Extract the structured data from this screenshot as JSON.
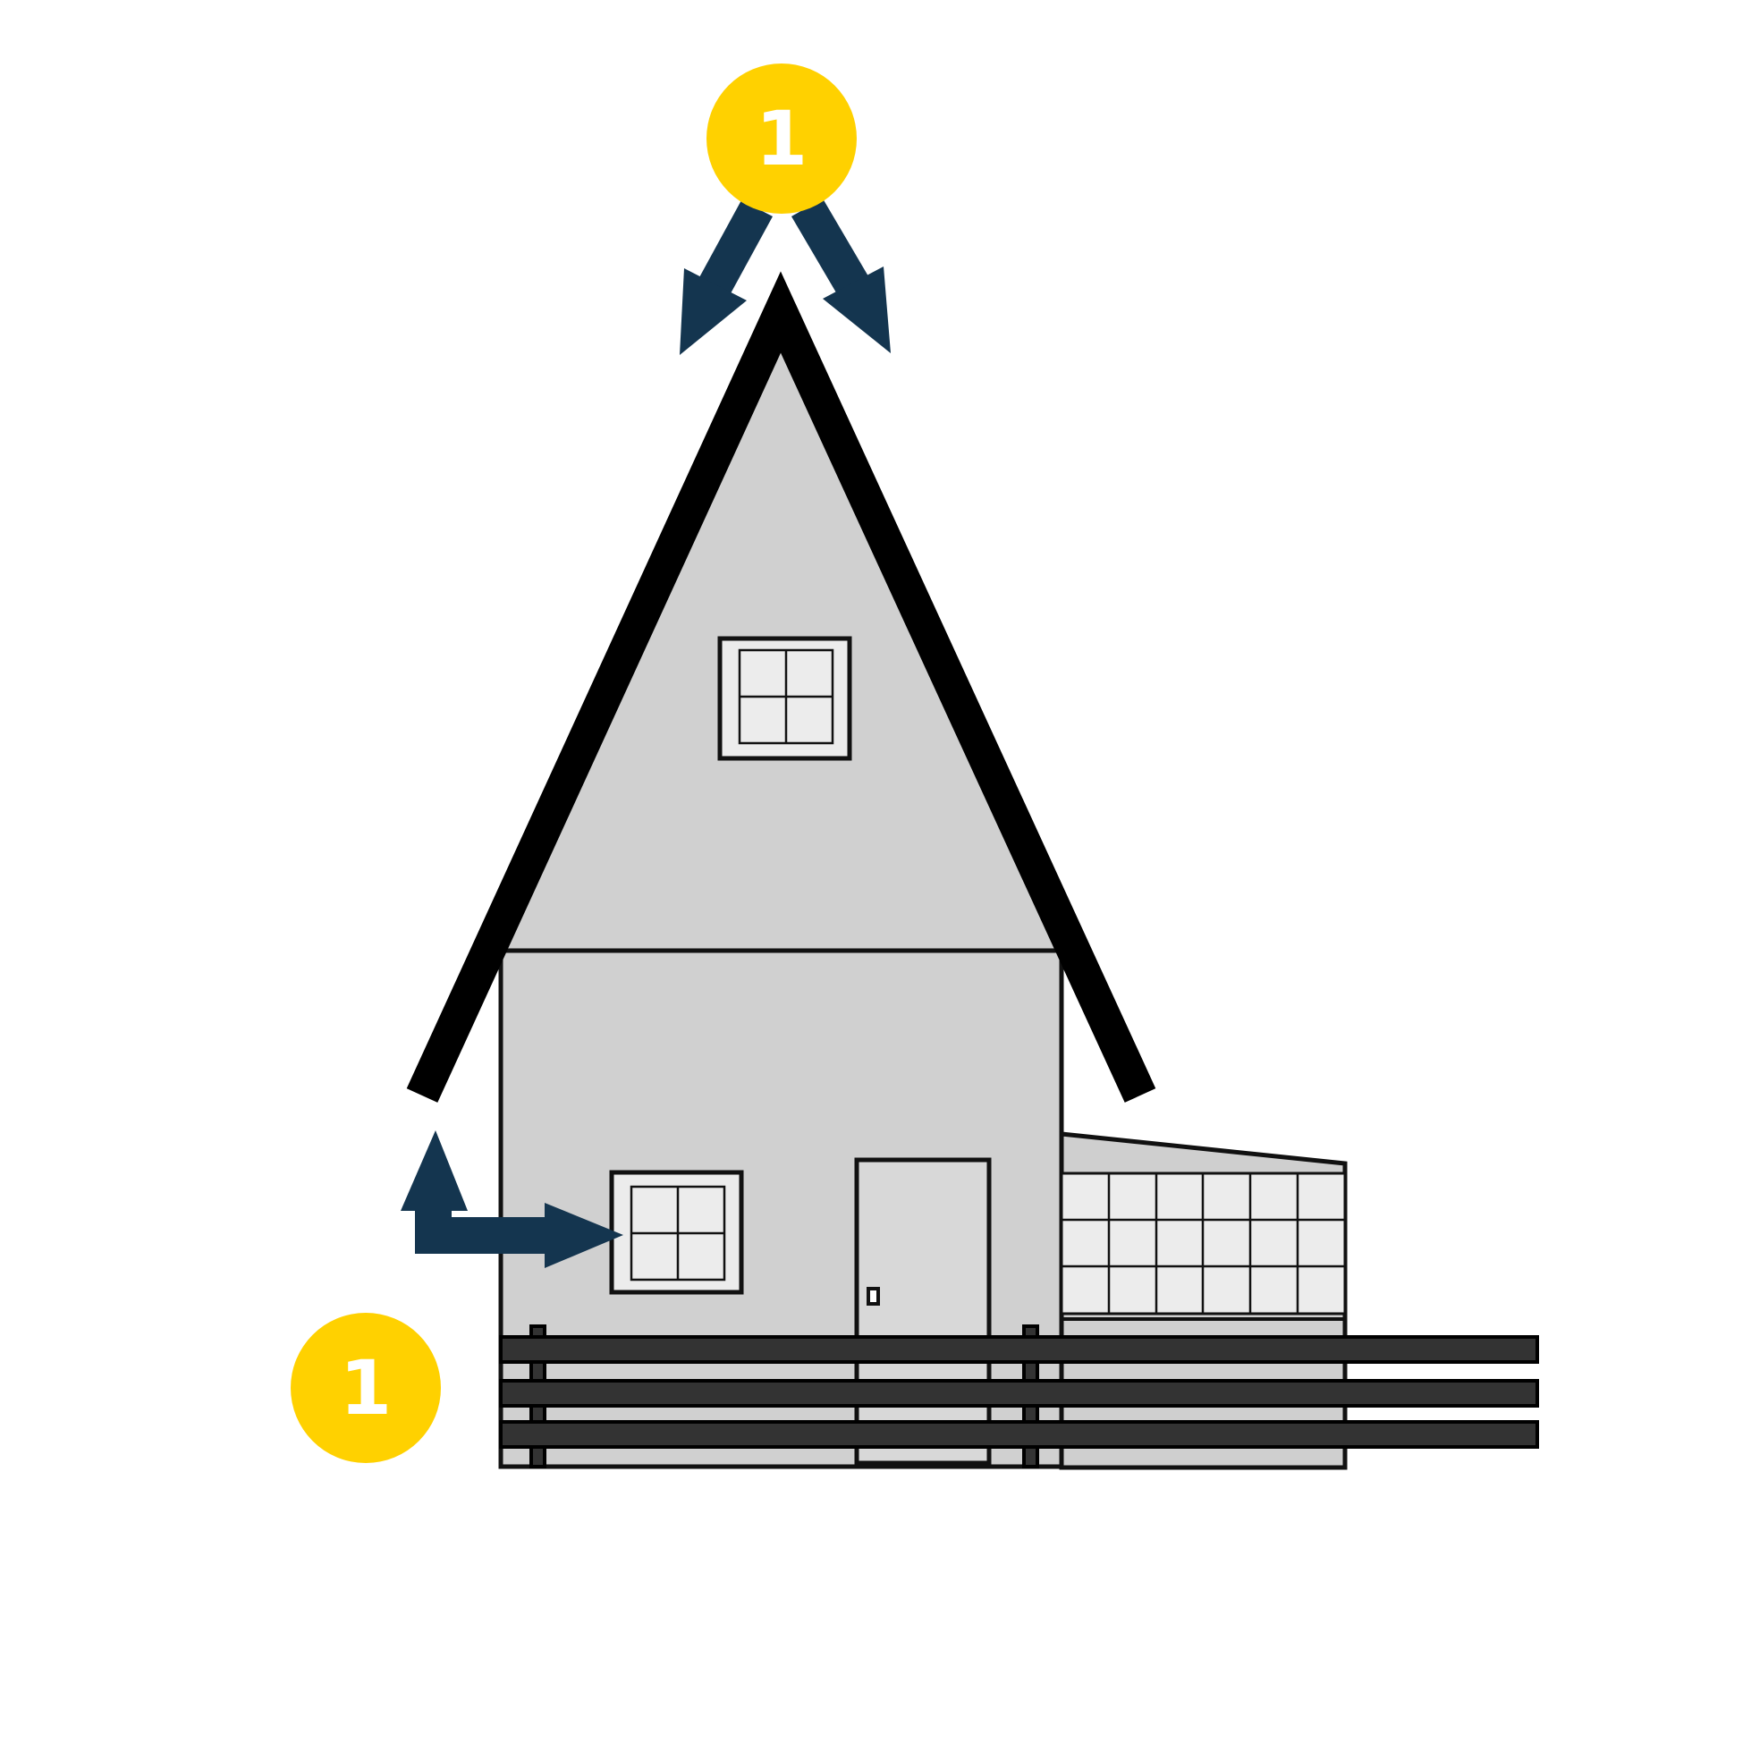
{
  "colors": {
    "background": "#ffffff",
    "wall": "#d0d0d0",
    "annex_wall": "#cfcfcf",
    "door": "#d8d8d8",
    "pane": "#ececec",
    "outline": "#111111",
    "roof": "#000000",
    "arrow": "#14354f",
    "badge": "#ffd100",
    "badge_text": "#ffffff",
    "fence": "#333333"
  },
  "badges": [
    {
      "label": "1",
      "name": "callout-badge-top"
    },
    {
      "label": "1",
      "name": "callout-badge-left"
    }
  ],
  "icons": {
    "arrows": [
      "arrow-down-left-icon",
      "arrow-down-right-icon",
      "arrow-up-icon",
      "arrow-right-icon"
    ]
  }
}
